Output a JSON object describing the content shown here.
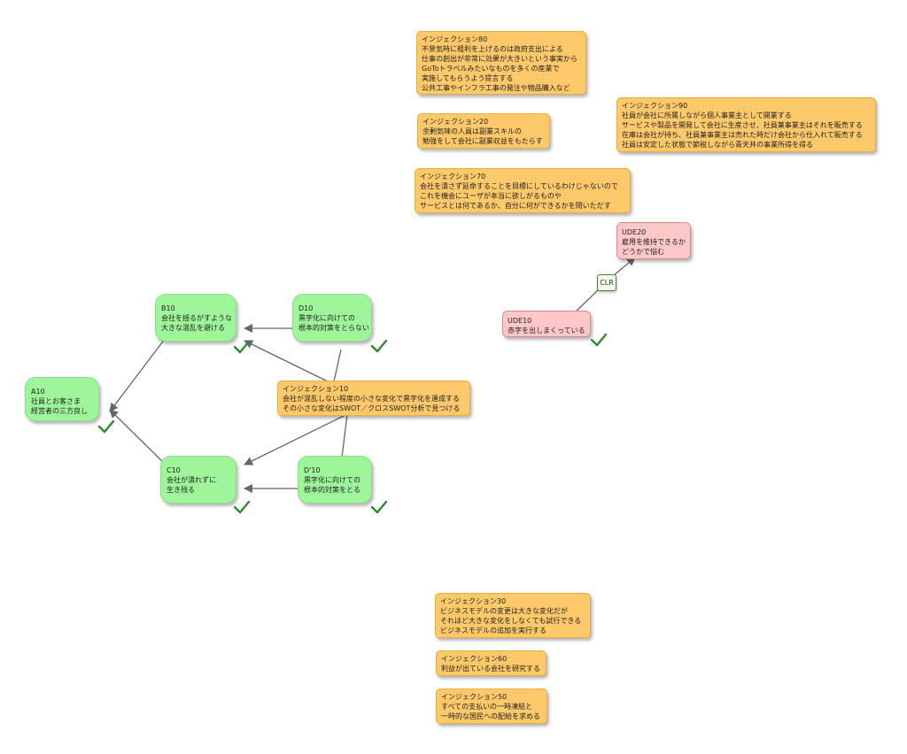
{
  "colors": {
    "green_node": "#9ef59a",
    "orange_node": "#fdc96a",
    "pink_node": "#ffc8c8",
    "arrow": "#666666",
    "check": "#2e8b2e"
  },
  "nodes": {
    "a10": {
      "lines": [
        "A10",
        "社員とお客さま",
        "経営者の三方良し"
      ]
    },
    "b10": {
      "lines": [
        "B10",
        "会社を揺るがすような",
        "大きな混乱を避ける"
      ]
    },
    "c10": {
      "lines": [
        "C10",
        "会社が潰れずに",
        "生き残る"
      ]
    },
    "d10": {
      "lines": [
        "D10",
        "黒字化に向けての",
        "根本的対策をとらない"
      ]
    },
    "d10p": {
      "lines": [
        "D'10",
        "黒字化に向けての",
        "根本的対策をとる"
      ]
    },
    "inj10": {
      "lines": [
        "インジェクション10",
        "会社が混乱しない程度の小さな変化で黒字化を達成する",
        "その小さな変化はSWOT／クロスSWOT分析で見つける"
      ]
    },
    "inj80": {
      "lines": [
        "インジェクション80",
        "不景気時に粗利を上げるのは政府支出による",
        "仕事の創出が非常に効果が大きいという事実から",
        "GoToトラベルみたいなものを多くの産業で",
        "実施してもらうよう提言する",
        "公共工事やインフラ工事の発注や物品購入など"
      ]
    },
    "inj20": {
      "lines": [
        "インジェクション20",
        "余剰気味の人員は副業スキルの",
        "勉強をして会社に副業収益をもたらす"
      ]
    },
    "inj90": {
      "lines": [
        "インジェクション90",
        "社員が会社に所属しながら個人事業主として開業する",
        "サービスや製品を開発して会社に生産させ、社員兼事業主はそれを販売する",
        "在庫は会社が持ち、社員兼事業主は売れた時だけ会社から仕入れて販売する",
        "社員は安定した状態で節税しながら青天井の事業所得を得る"
      ]
    },
    "inj70": {
      "lines": [
        "インジェクション70",
        "会社を潰さず延命することを目標にしているわけじゃないので",
        "これを機会にユーザが本当に欲しがるものや",
        "サービスとは何であるか、自分に何ができるかを問いただす"
      ]
    },
    "ude20": {
      "lines": [
        "UDE20",
        "雇用を維持できるか",
        "どうかで悩む"
      ]
    },
    "ude10": {
      "lines": [
        "UDE10",
        "赤字を出しまくっている"
      ]
    },
    "clr": {
      "label": "CLR"
    },
    "inj30": {
      "lines": [
        "インジェクション30",
        "ビジネスモデルの変更は大きな変化だが",
        "それほど大きな変化をしなくても試行できる",
        "ビジネスモデルの追加を実行する"
      ]
    },
    "inj60": {
      "lines": [
        "インジェクション60",
        "利益が出ている会社を研究する"
      ]
    },
    "inj50": {
      "lines": [
        "インジェクション50",
        "すべての支払いの一時凍結と",
        "一時的な国民への配給を求める"
      ]
    }
  }
}
